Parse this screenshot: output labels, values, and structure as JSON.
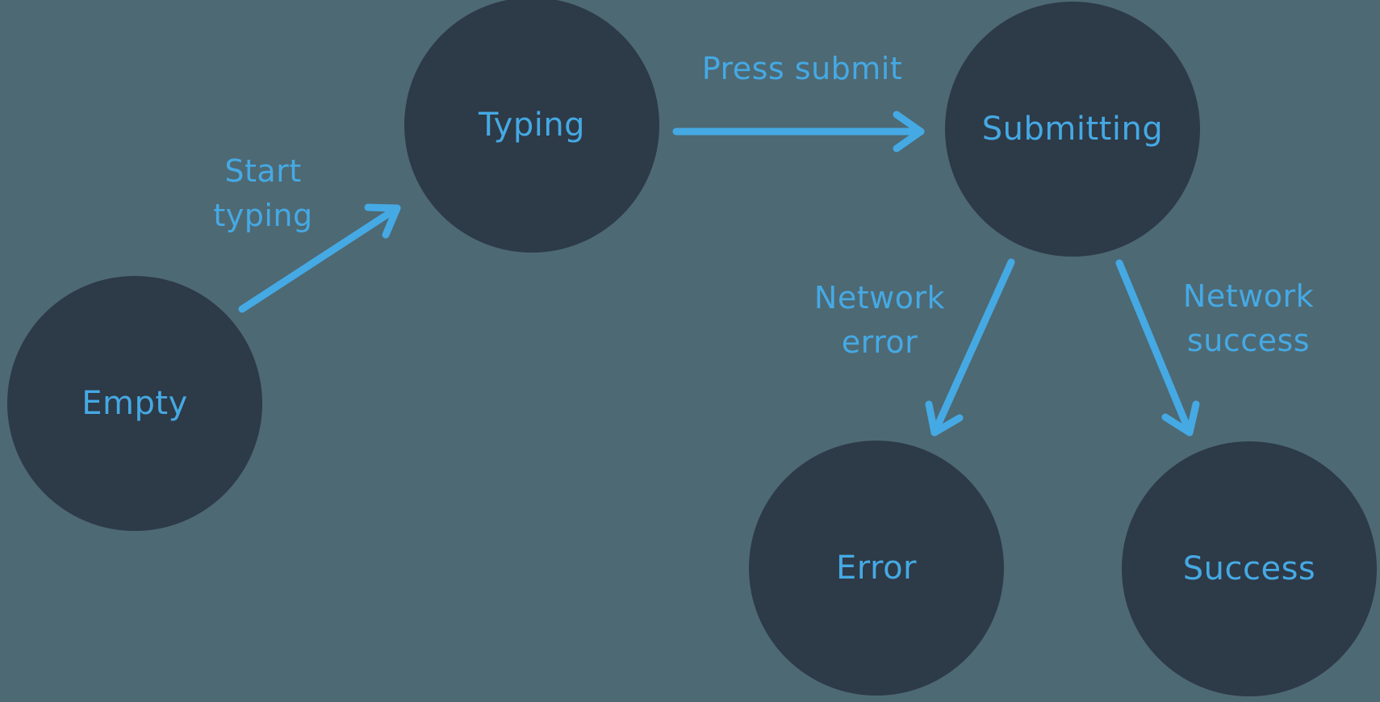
{
  "diagram": {
    "type": "state-machine",
    "states": [
      {
        "id": "empty",
        "label": "Empty"
      },
      {
        "id": "typing",
        "label": "Typing"
      },
      {
        "id": "submitting",
        "label": "Submitting"
      },
      {
        "id": "error",
        "label": "Error"
      },
      {
        "id": "success",
        "label": "Success"
      }
    ],
    "transitions": [
      {
        "from": "empty",
        "to": "typing",
        "label": "Start typing",
        "label_lines": [
          "Start",
          "typing"
        ]
      },
      {
        "from": "typing",
        "to": "submitting",
        "label": "Press submit",
        "label_lines": [
          "Press submit"
        ]
      },
      {
        "from": "submitting",
        "to": "error",
        "label": "Network error",
        "label_lines": [
          "Network",
          "error"
        ]
      },
      {
        "from": "submitting",
        "to": "success",
        "label": "Network success",
        "label_lines": [
          "Network",
          "success"
        ]
      }
    ],
    "colors": {
      "background": "#4d6974",
      "node_fill": "#2d3a47",
      "accent_blue": "#45a9e4"
    }
  }
}
